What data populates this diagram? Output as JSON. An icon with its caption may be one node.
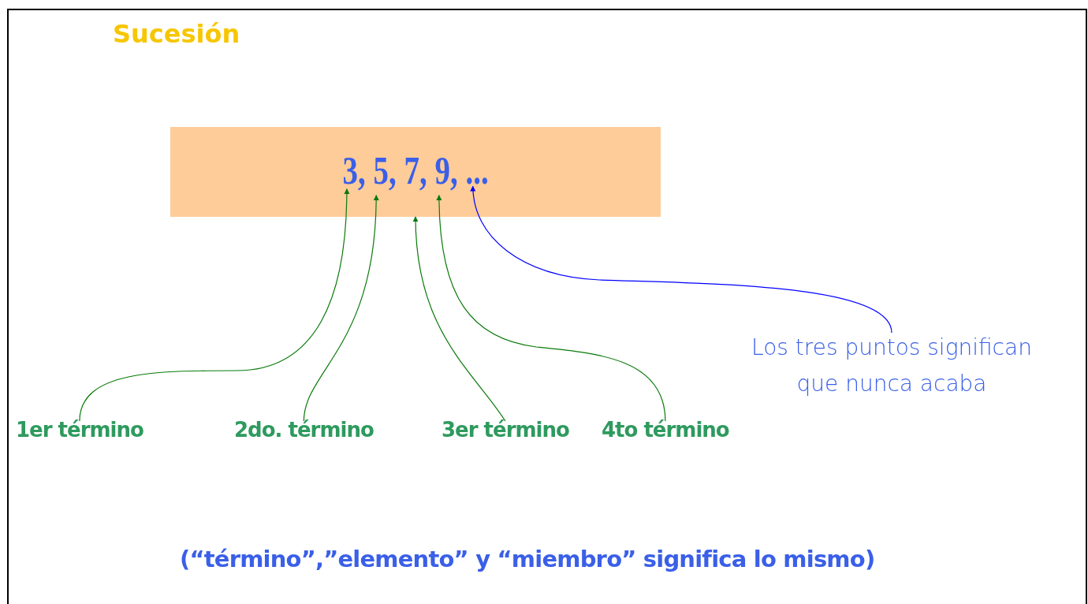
{
  "diagram": {
    "title": "Sucesión",
    "nodes": [
      {
        "text": [
          "3, 5, 7, 9, ..."
        ]
      },
      {
        "text": [
          "1er término"
        ]
      },
      {
        "text": [
          "2do. término"
        ]
      },
      {
        "text": [
          "3er término"
        ]
      },
      {
        "text": [
          "4to término"
        ]
      },
      {
        "text": [
          "Los tres puntos significan que nunca acaba"
        ]
      }
    ],
    "edges": [
      {
        "from": 1,
        "to": 0,
        "arrow": "to"
      },
      {
        "from": 2,
        "to": 0,
        "arrow": "to"
      },
      {
        "from": 3,
        "to": 0,
        "arrow": "to"
      },
      {
        "from": 4,
        "to": 0,
        "arrow": "to"
      },
      {
        "from": 5,
        "to": 0,
        "arrow": "to",
        "color": "#0000ff"
      }
    ],
    "labels": [
      "(“término”,”elemento” y “miembro” significa lo mismo)"
    ]
  }
}
